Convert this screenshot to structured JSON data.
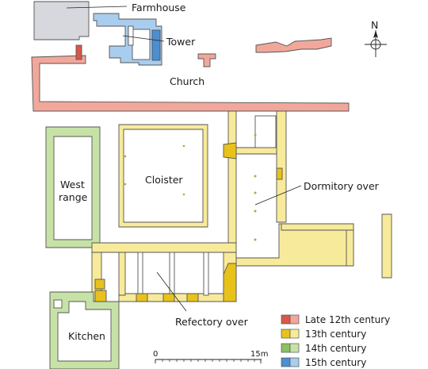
{
  "labels": {
    "farmhouse": "Farmhouse",
    "tower": "Tower",
    "church": "Church",
    "cloister": "Cloister",
    "west_range": [
      "West",
      "range"
    ],
    "dormitory": "Dormitory over",
    "refectory": "Refectory over",
    "kitchen": "Kitchen",
    "north": "N"
  },
  "scale": {
    "start": "0",
    "end": "15m"
  },
  "legend": [
    {
      "label": "Late 12th century",
      "dark": "#d9564a",
      "light": "#f2a79b"
    },
    {
      "label": "13th century",
      "dark": "#e8c21b",
      "light": "#f7ea9a"
    },
    {
      "label": "14th century",
      "dark": "#8cc063",
      "light": "#c7e2a6"
    },
    {
      "label": "15th century",
      "dark": "#4b8fcf",
      "light": "#a9cdee"
    }
  ],
  "colors": {
    "outline": "#555555",
    "farmhouse_fill": "#d7d8de",
    "late12": "#f2a79b",
    "late12_dark": "#d9564a",
    "c13": "#f7ea9a",
    "c13_dark": "#e8c21b",
    "c14": "#c7e2a6",
    "c15": "#a9cdee",
    "c15_dark": "#4b8fcf"
  }
}
